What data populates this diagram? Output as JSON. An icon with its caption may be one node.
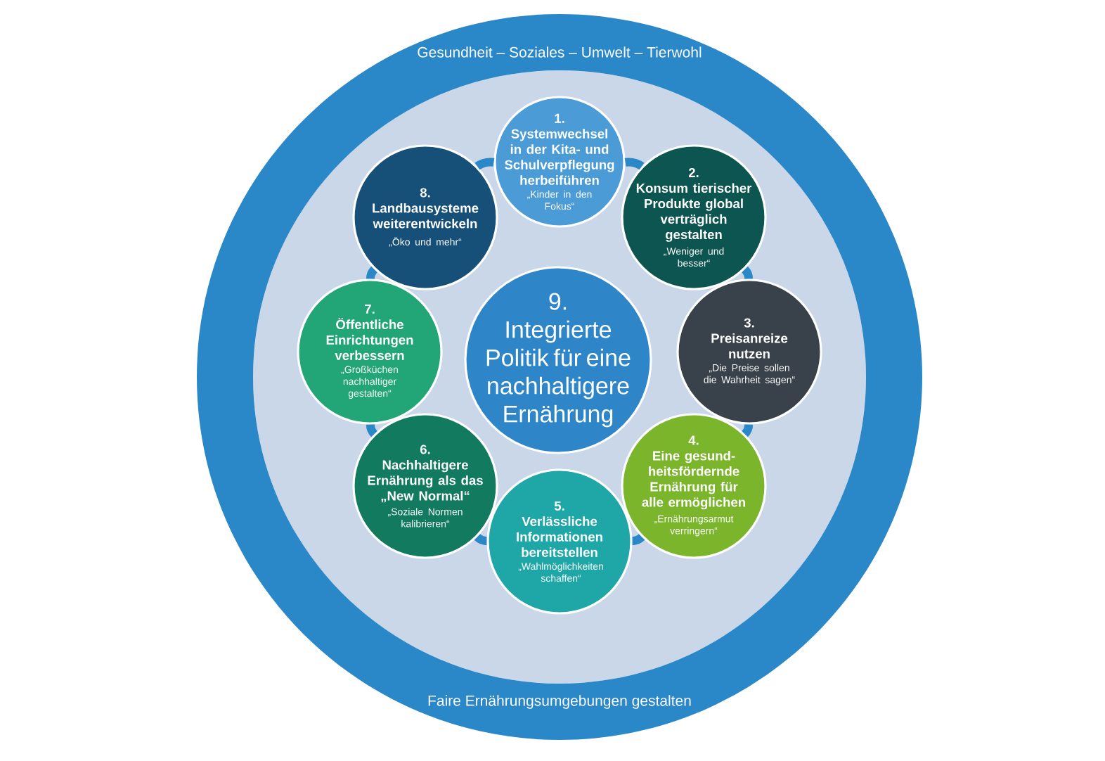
{
  "diagram": {
    "nodes": [
      {
        "text": [
          "Gesundheit – Soziales – Umwelt – Tierwohl",
          "Faire Ernährungsumgebungen gestalten"
        ]
      },
      {
        "text": [
          "1.",
          "Systemwechsel in der Kita- und Schulverpflegung herbeiführen",
          "„Kinder in den Fokus“"
        ],
        "in": 0
      },
      {
        "text": [
          "2.",
          "Konsum tierischer Produkte global verträglich gestalten",
          "„Weniger und besser“"
        ],
        "in": 0
      },
      {
        "text": [
          "3.",
          "Preisanreize nutzen",
          "„Die Preise sollen die Wahrheit sagen“"
        ],
        "in": 0
      },
      {
        "text": [
          "4.",
          "Eine gesund- heitsfördernde Ernährung für alle ermöglichen",
          "„Ernährungsarmut verringern“"
        ],
        "in": 0
      },
      {
        "text": [
          "5.",
          "Verlässliche Informationen bereitstellen",
          "„Wahlmöglichkeiten schaffen“"
        ],
        "in": 0
      },
      {
        "text": [
          "6.",
          "Nachhaltigere Ernährung als das „New Normal“",
          "„Soziale Normen kalibrieren“"
        ],
        "in": 0
      },
      {
        "text": [
          "7.",
          "Öffentliche Einrichtungen verbessern",
          "„Großküchen nachhaltiger gestalten“"
        ],
        "in": 0
      },
      {
        "text": [
          "8.",
          "Landbausysteme weiterentwickeln",
          "„Öko und mehr“"
        ],
        "in": 0
      },
      {
        "text": [
          "9.",
          "Integrierte Politik für eine nachhaltigere Ernährung"
        ],
        "in": 0
      }
    ],
    "edges": [
      {
        "from": 1,
        "to": 2,
        "arrow": "none"
      },
      {
        "from": 2,
        "to": 3,
        "arrow": "none"
      },
      {
        "from": 3,
        "to": 4,
        "arrow": "none"
      },
      {
        "from": 4,
        "to": 5,
        "arrow": "none"
      },
      {
        "from": 5,
        "to": 6,
        "arrow": "none"
      },
      {
        "from": 6,
        "to": 7,
        "arrow": "none"
      },
      {
        "from": 7,
        "to": 8,
        "arrow": "none"
      },
      {
        "from": 8,
        "to": 1,
        "arrow": "none"
      }
    ]
  }
}
